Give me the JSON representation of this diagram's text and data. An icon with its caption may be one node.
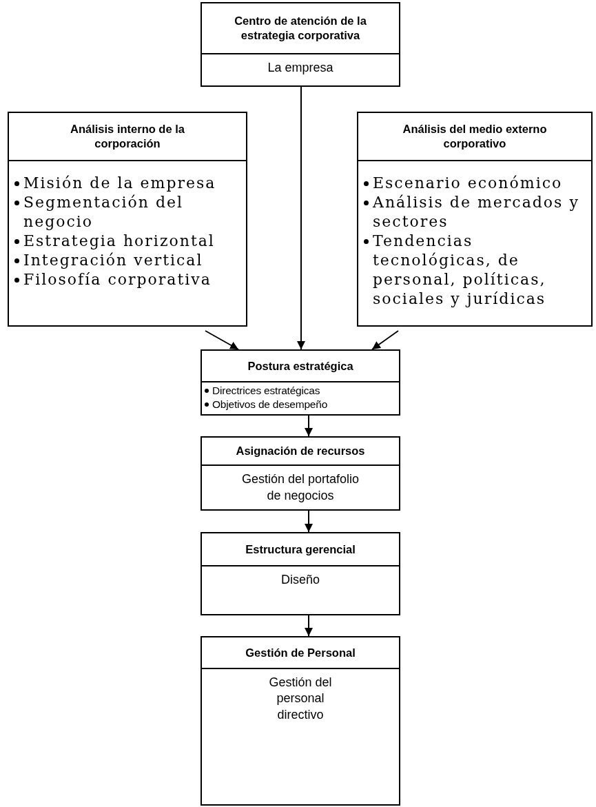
{
  "diagram": {
    "nodes": [
      {
        "text": [
          "Centro de atención de la estrategia corporativa",
          "La empresa"
        ]
      },
      {
        "text": [
          "Análisis interno de la corporación",
          "Misión de la empresa",
          "Segmentación del negocio",
          "Estrategia horizontal",
          "Integración vertical",
          "Filosofía corporativa"
        ]
      },
      {
        "text": [
          "Análisis del medio externo corporativo",
          "Escenario económico",
          "Análisis de mercados y sectores",
          "Tendencias tecnológicas, de personal, políticas, sociales y jurídicas"
        ]
      },
      {
        "text": [
          "Postura estratégica",
          "Directrices estratégicas",
          "Objetivos de desempeño"
        ]
      },
      {
        "text": [
          "Asignación de recursos",
          "Gestión del portafolio de negocios"
        ]
      },
      {
        "text": [
          "Estructura gerencial",
          "Diseño"
        ]
      },
      {
        "text": [
          "Gestión de Personal",
          "Gestión del personal directivo"
        ]
      }
    ],
    "edges": [
      {
        "from": 1,
        "to": 3,
        "arrow": "to"
      },
      {
        "from": 0,
        "to": 3,
        "arrow": "to"
      },
      {
        "from": 2,
        "to": 3,
        "arrow": "to"
      },
      {
        "from": 3,
        "to": 4,
        "arrow": "to"
      },
      {
        "from": 4,
        "to": 5,
        "arrow": "to"
      },
      {
        "from": 5,
        "to": 6,
        "arrow": "to"
      }
    ]
  }
}
